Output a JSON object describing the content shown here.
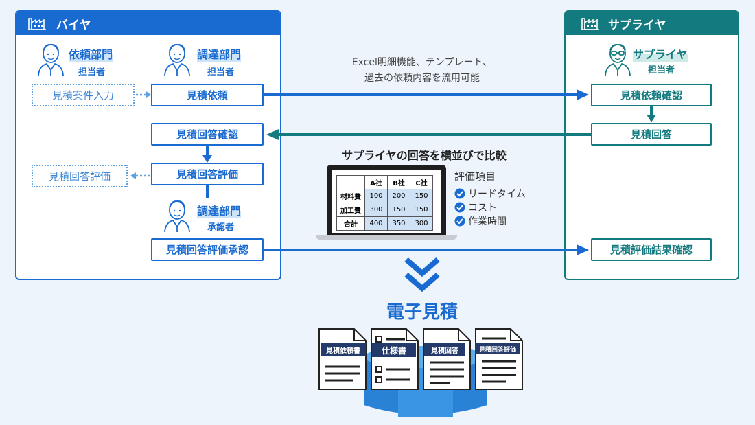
{
  "buyer": {
    "title": "バイヤ",
    "persons": [
      {
        "title": "依頼部門",
        "sub": "担当者"
      },
      {
        "title": "調達部門",
        "sub": "担当者"
      },
      {
        "title": "調達部門",
        "sub": "承認者"
      }
    ],
    "boxes": {
      "case_input": "見積案件入力",
      "request": "見積依頼",
      "answer_check": "見積回答確認",
      "answer_eval": "見積回答評価",
      "answer_eval_side": "見積回答評価",
      "approval": "見積回答評価承認"
    }
  },
  "supplier": {
    "title": "サプライヤ",
    "person": {
      "title": "サプライヤ",
      "sub": "担当者"
    },
    "boxes": {
      "request_check": "見積依頼確認",
      "answer": "見積回答",
      "result_check": "見積評価結果確認"
    }
  },
  "note": {
    "line1": "Excel明細機能、テンプレート、",
    "line2": "過去の依頼内容を流用可能"
  },
  "compare": {
    "title": "サプライヤの回答を横並びで比較",
    "table": {
      "headers": [
        "",
        "A社",
        "B社",
        "C社"
      ],
      "rows": [
        {
          "label": "材料費",
          "values": [
            "100",
            "200",
            "150"
          ]
        },
        {
          "label": "加工費",
          "values": [
            "300",
            "150",
            "150"
          ]
        },
        {
          "label": "合計",
          "values": [
            "400",
            "350",
            "300"
          ]
        }
      ]
    },
    "items_title": "評価項目",
    "items": [
      "リードタイム",
      "コスト",
      "作業時間"
    ]
  },
  "result": {
    "title": "電子見積",
    "docs": [
      "見積依頼書",
      "仕様書",
      "見積回答",
      "見積回答評価"
    ]
  },
  "colors": {
    "buyer": "#1a6bd1",
    "supplier": "#137a7f",
    "doc_dark": "#243a6b",
    "background": "#eef4fc"
  }
}
